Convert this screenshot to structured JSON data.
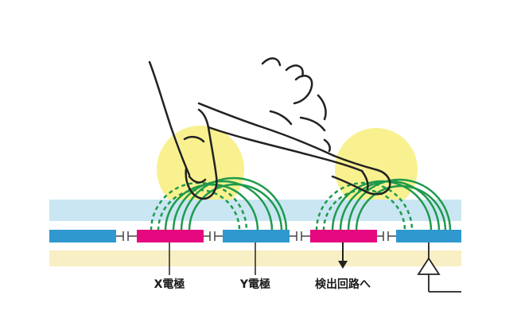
{
  "labels": {
    "x_electrode": "X電極",
    "y_electrode": "Y電極",
    "detection_circuit": "検出回路へ"
  },
  "colors": {
    "cover_panel": "#c9e6f2",
    "substrate": "#f8f0c4",
    "x_electrode": "#e5087f",
    "y_electrode": "#2e98cf",
    "field_line": "#1f9a4c",
    "touch_glow": "#f7ec6a",
    "outline": "#222222"
  },
  "icons": [
    "finger-icon",
    "capacitor-icon",
    "ground-symbol-icon",
    "arrow-down-icon"
  ]
}
